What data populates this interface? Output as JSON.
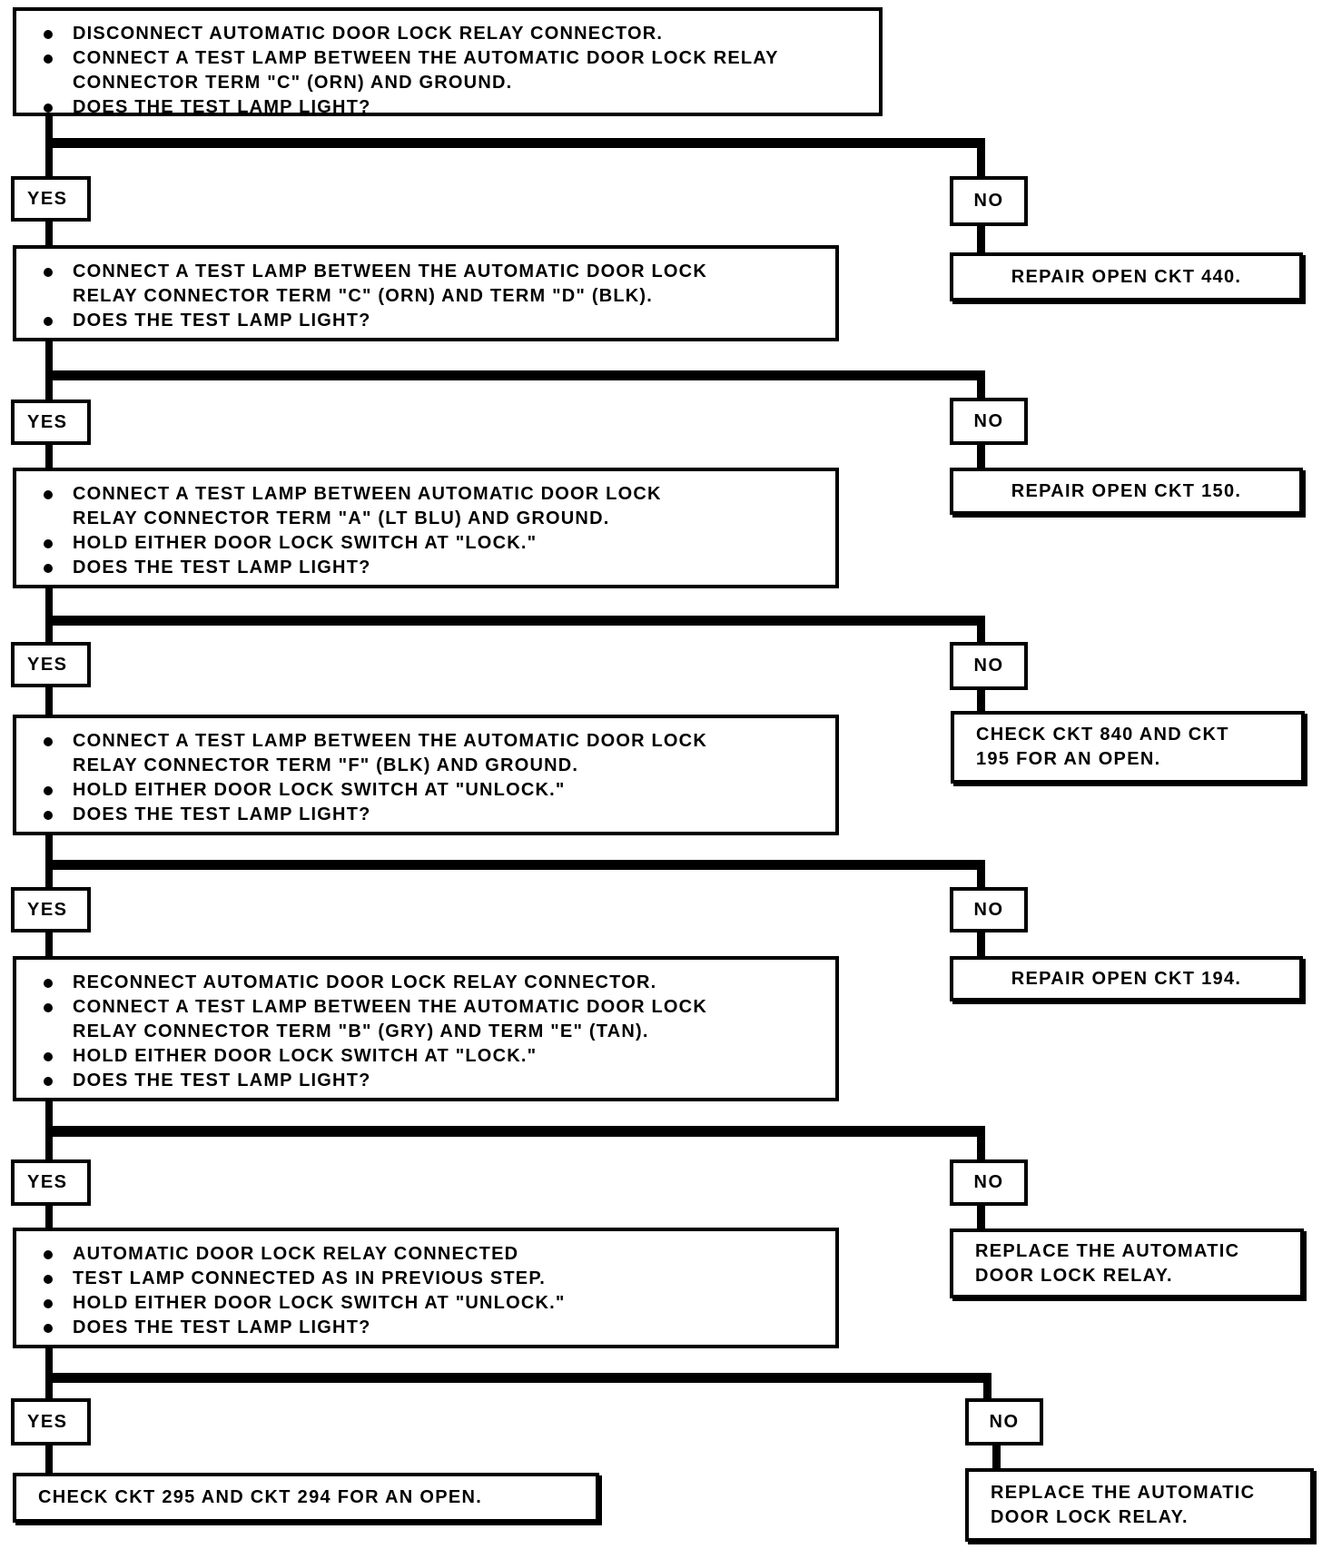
{
  "page": {
    "background_color": "#ffffff",
    "ink_color": "#000000",
    "document_type": "automatic door lock relay troubleshooting flowchart"
  },
  "flowchart": {
    "yes_label": "YES",
    "no_label": "NO",
    "steps": [
      {
        "bullets": [
          "DISCONNECT AUTOMATIC DOOR LOCK RELAY CONNECTOR.",
          "CONNECT A TEST LAMP BETWEEN THE AUTOMATIC DOOR LOCK RELAY\nCONNECTOR TERM \"C\" (ORN) AND GROUND.",
          "DOES THE TEST LAMP LIGHT?"
        ],
        "no_result": "REPAIR OPEN CKT 440."
      },
      {
        "bullets": [
          "CONNECT A TEST LAMP BETWEEN THE AUTOMATIC DOOR LOCK\nRELAY CONNECTOR TERM \"C\" (ORN) AND TERM \"D\" (BLK).",
          "DOES THE TEST LAMP LIGHT?"
        ],
        "no_result": "REPAIR OPEN CKT 150."
      },
      {
        "bullets": [
          "CONNECT A TEST LAMP BETWEEN AUTOMATIC DOOR LOCK\nRELAY CONNECTOR TERM \"A\" (LT BLU) AND GROUND.",
          "HOLD EITHER DOOR LOCK SWITCH AT \"LOCK.\"",
          "DOES THE TEST LAMP LIGHT?"
        ],
        "no_result": "CHECK CKT 840 AND CKT\n195 FOR AN OPEN."
      },
      {
        "bullets": [
          "CONNECT A TEST LAMP BETWEEN THE AUTOMATIC DOOR LOCK\nRELAY CONNECTOR TERM \"F\" (BLK) AND GROUND.",
          "HOLD EITHER DOOR LOCK SWITCH AT \"UNLOCK.\"",
          "DOES THE TEST LAMP LIGHT?"
        ],
        "no_result": "REPAIR OPEN CKT 194."
      },
      {
        "bullets": [
          "RECONNECT AUTOMATIC DOOR LOCK RELAY CONNECTOR.",
          "CONNECT A TEST LAMP BETWEEN THE AUTOMATIC DOOR LOCK\nRELAY CONNECTOR TERM \"B\" (GRY) AND TERM \"E\" (TAN).",
          "HOLD EITHER DOOR LOCK SWITCH AT \"LOCK.\"",
          "DOES THE TEST LAMP LIGHT?"
        ],
        "no_result": "REPLACE THE AUTOMATIC\nDOOR LOCK RELAY."
      },
      {
        "bullets": [
          "AUTOMATIC DOOR LOCK RELAY CONNECTED",
          "TEST LAMP CONNECTED AS IN PREVIOUS STEP.",
          "HOLD EITHER DOOR LOCK SWITCH AT \"UNLOCK.\"",
          "DOES THE TEST LAMP LIGHT?"
        ],
        "no_result": "REPLACE THE AUTOMATIC\nDOOR LOCK RELAY."
      }
    ],
    "final_yes_result": "CHECK CKT 295 AND CKT 294 FOR AN OPEN."
  }
}
